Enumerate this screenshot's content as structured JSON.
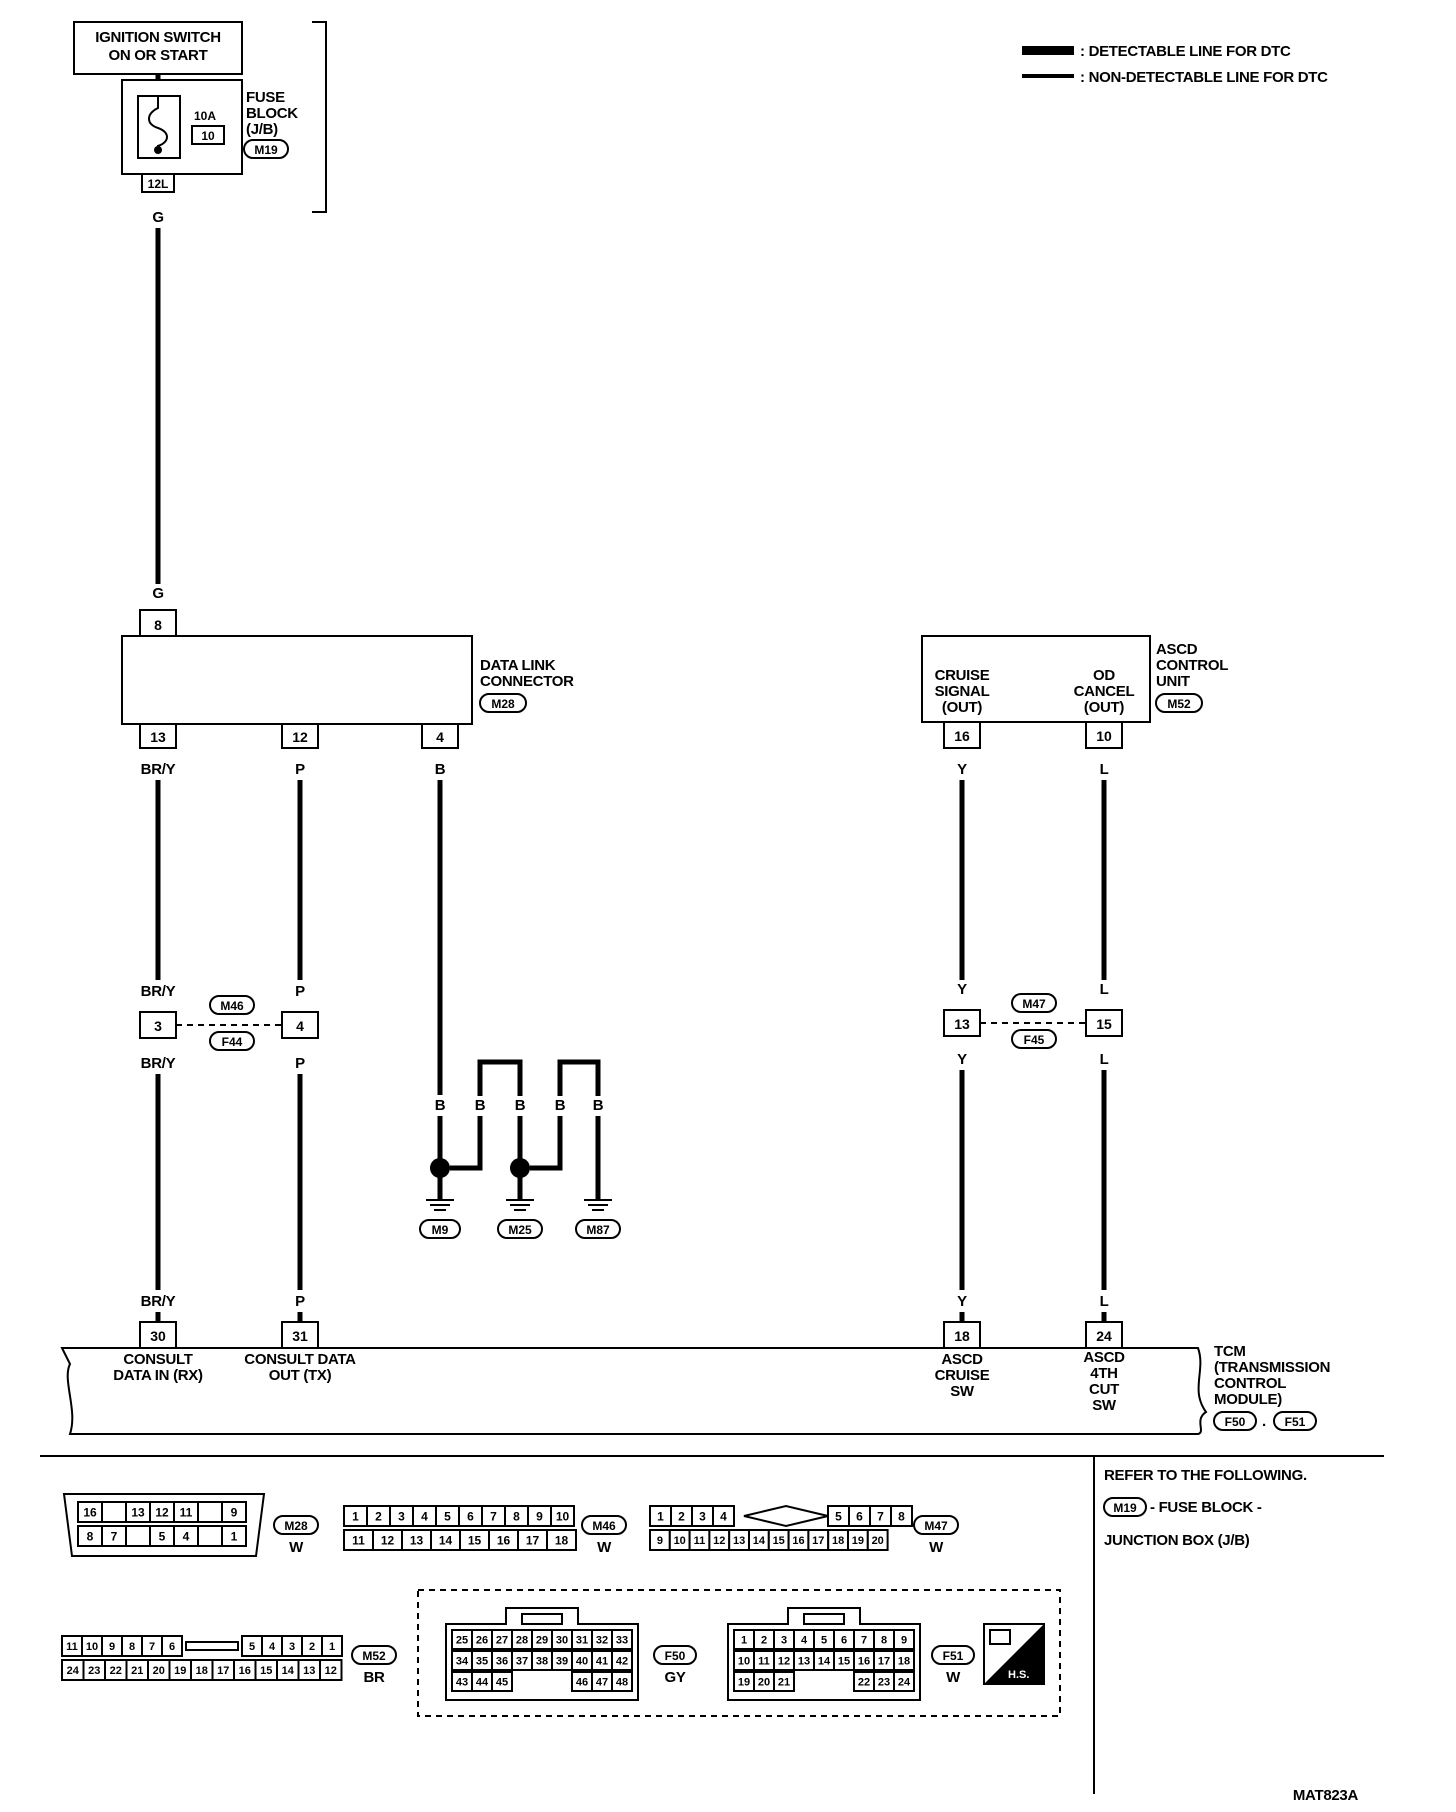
{
  "legend": {
    "detectable": ": DETECTABLE LINE FOR DTC",
    "non_detectable": ": NON-DETECTABLE LINE FOR DTC"
  },
  "power": {
    "ignition_l1": "IGNITION SWITCH",
    "ignition_l2": "ON OR START",
    "fuse_amp": "10A",
    "fuse_num": "10",
    "fuse_l1": "FUSE",
    "fuse_l2": "BLOCK",
    "fuse_l3": "(J/B)",
    "fuse_conn": "M19",
    "fuse_pin": "12L",
    "wire_color": "G"
  },
  "dlc": {
    "l1": "DATA LINK",
    "l2": "CONNECTOR",
    "conn": "M28",
    "pin_top": "8",
    "pin_13": "13",
    "pin_12": "12",
    "pin_4": "4",
    "w13": "BR/Y",
    "w12": "P",
    "w4": "B"
  },
  "ascd": {
    "l1": "ASCD",
    "l2": "CONTROL",
    "l3": "UNIT",
    "conn": "M52",
    "cruise_l1": "CRUISE",
    "cruise_l2": "SIGNAL",
    "cruise_l3": "(OUT)",
    "od_l1": "OD",
    "od_l2": "CANCEL",
    "od_l3": "(OUT)",
    "pin16": "16",
    "pin10": "10",
    "w16": "Y",
    "w10": "L"
  },
  "joints": {
    "m46": "M46",
    "f44": "F44",
    "m47": "M47",
    "f45": "F45",
    "p3": "3",
    "p4": "4",
    "p13": "13",
    "p15": "15"
  },
  "grounds": {
    "m9": "M9",
    "m25": "M25",
    "m87": "M87",
    "wire": "B"
  },
  "tcm": {
    "l1": "TCM",
    "l2": "(TRANSMISSION",
    "l3": "CONTROL",
    "l4": "MODULE)",
    "conn1": "F50",
    "conn2": "F51",
    "sep": ".",
    "pin30": "30",
    "pin31": "31",
    "pin18": "18",
    "pin24": "24",
    "rx_l1": "CONSULT",
    "rx_l2": "DATA IN (RX)",
    "tx_l1": "CONSULT DATA",
    "tx_l2": "OUT (TX)",
    "cruise_l1": "ASCD",
    "cruise_l2": "CRUISE",
    "cruise_l3": "SW",
    "cut_l1": "ASCD",
    "cut_l2": "4TH",
    "cut_l3": "CUT",
    "cut_l4": "SW"
  },
  "refer": {
    "title": "REFER TO THE FOLLOWING.",
    "conn": "M19",
    "l1": "- FUSE BLOCK -",
    "l2": "JUNCTION BOX (J/B)"
  },
  "connectors": {
    "m28": {
      "name": "M28",
      "color": "W",
      "top": [
        "16",
        "",
        "13",
        "12",
        "11",
        "",
        "9"
      ],
      "bottom": [
        "8",
        "7",
        "",
        "5",
        "4",
        "",
        "1"
      ]
    },
    "m46": {
      "name": "M46",
      "color": "W",
      "top": [
        "1",
        "2",
        "3",
        "4",
        "5",
        "6",
        "7",
        "8",
        "9",
        "10"
      ],
      "bottom": [
        "11",
        "12",
        "13",
        "14",
        "15",
        "16",
        "17",
        "18"
      ]
    },
    "m47": {
      "name": "M47",
      "color": "W",
      "top_left": [
        "1",
        "2",
        "3",
        "4"
      ],
      "top_right": [
        "5",
        "6",
        "7",
        "8"
      ],
      "bottom": [
        "9",
        "10",
        "11",
        "12",
        "13",
        "14",
        "15",
        "16",
        "17",
        "18",
        "19",
        "20"
      ]
    },
    "m52": {
      "name": "M52",
      "color": "BR",
      "top_left": [
        "11",
        "10",
        "9",
        "8",
        "7",
        "6"
      ],
      "top_right": [
        "5",
        "4",
        "3",
        "2",
        "1"
      ],
      "bottom": [
        "24",
        "23",
        "22",
        "21",
        "20",
        "19",
        "18",
        "17",
        "16",
        "15",
        "14",
        "13",
        "12"
      ]
    },
    "f50": {
      "name": "F50",
      "color": "GY",
      "rows": [
        [
          "25",
          "26",
          "27",
          "28",
          "29",
          "30",
          "31",
          "32",
          "33"
        ],
        [
          "34",
          "35",
          "36",
          "37",
          "38",
          "39",
          "40",
          "41",
          "42"
        ],
        [
          "43",
          "44",
          "45",
          "",
          "",
          "",
          "46",
          "47",
          "48"
        ]
      ]
    },
    "f51": {
      "name": "F51",
      "color": "W",
      "rows": [
        [
          "1",
          "2",
          "3",
          "4",
          "5",
          "6",
          "7",
          "8",
          "9"
        ],
        [
          "10",
          "11",
          "12",
          "13",
          "14",
          "15",
          "16",
          "17",
          "18"
        ],
        [
          "19",
          "20",
          "21",
          "",
          "",
          "",
          "22",
          "23",
          "24"
        ]
      ]
    },
    "hs": "H.S."
  },
  "code": "MAT823A"
}
